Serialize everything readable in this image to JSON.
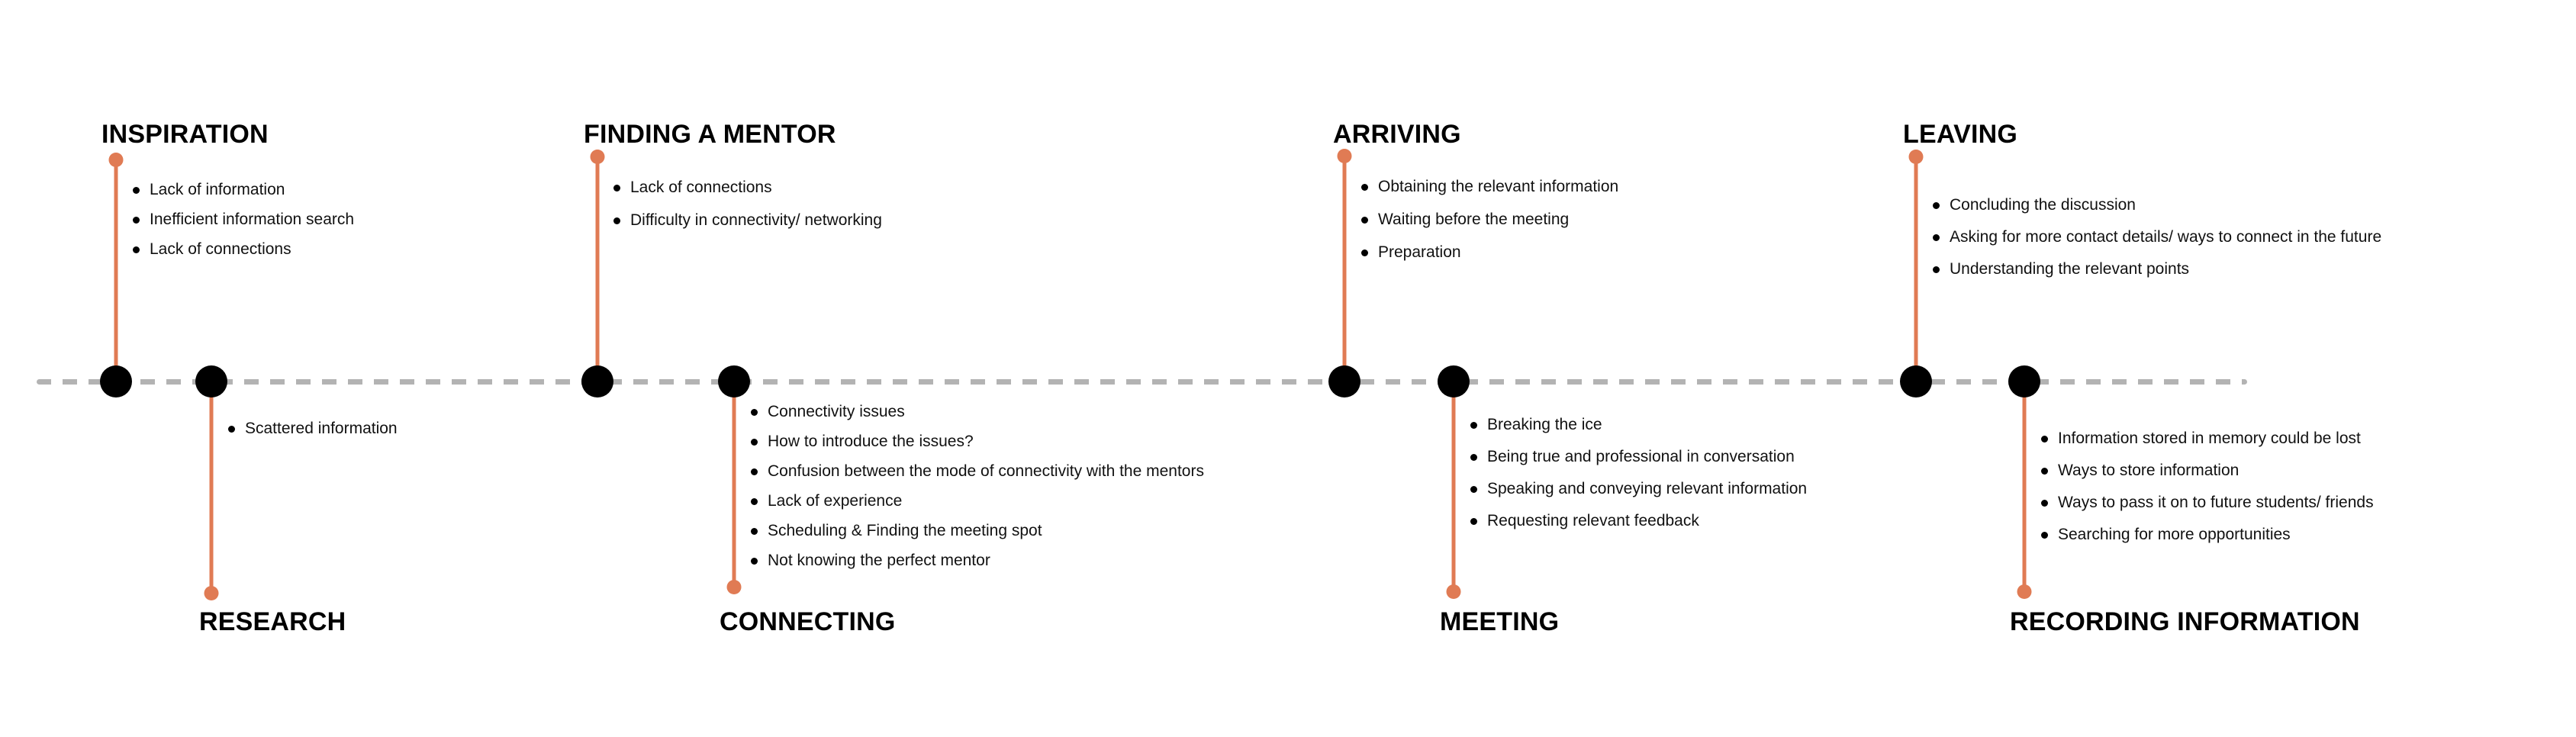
{
  "diagram": {
    "type": "journey-timeline",
    "orientation": "horizontal",
    "colors": {
      "accent": "#e07b54",
      "node": "#000000",
      "axis": "#b3b3b3",
      "text": "#111111",
      "background": "#ffffff"
    }
  },
  "stages": [
    {
      "id": "inspiration",
      "title": "INSPIRATION",
      "side": "above",
      "items": [
        "Lack of information",
        "Inefficient information search",
        "Lack of connections"
      ]
    },
    {
      "id": "research",
      "title": "RESEARCH",
      "side": "below",
      "items": [
        "Scattered information"
      ]
    },
    {
      "id": "finding-a-mentor",
      "title": "FINDING A MENTOR",
      "side": "above",
      "items": [
        "Lack of connections",
        "Difficulty in connectivity/ networking"
      ]
    },
    {
      "id": "connecting",
      "title": "CONNECTING",
      "side": "below",
      "items": [
        "Connectivity issues",
        "How to introduce the issues?",
        "Confusion between the mode of connectivity with the mentors",
        "Lack of experience",
        "Scheduling & Finding the meeting spot",
        "Not knowing the perfect mentor"
      ]
    },
    {
      "id": "arriving",
      "title": "ARRIVING",
      "side": "above",
      "items": [
        "Obtaining the relevant information",
        "Waiting before the meeting",
        " Preparation"
      ]
    },
    {
      "id": "meeting",
      "title": "MEETING",
      "side": "below",
      "items": [
        "Breaking the ice",
        "Being true and professional in conversation",
        "Speaking and conveying relevant information",
        "Requesting relevant feedback"
      ]
    },
    {
      "id": "leaving",
      "title": "LEAVING",
      "side": "above",
      "items": [
        "Concluding the discussion",
        "Asking for more contact details/ ways to connect in the future",
        "Understanding the relevant points"
      ]
    },
    {
      "id": "recording-information",
      "title": "RECORDING INFORMATION",
      "side": "below",
      "items": [
        "Information stored in memory could be lost",
        "Ways to store information",
        "Ways to pass it on to future students/ friends",
        "Searching for more opportunities"
      ]
    }
  ]
}
